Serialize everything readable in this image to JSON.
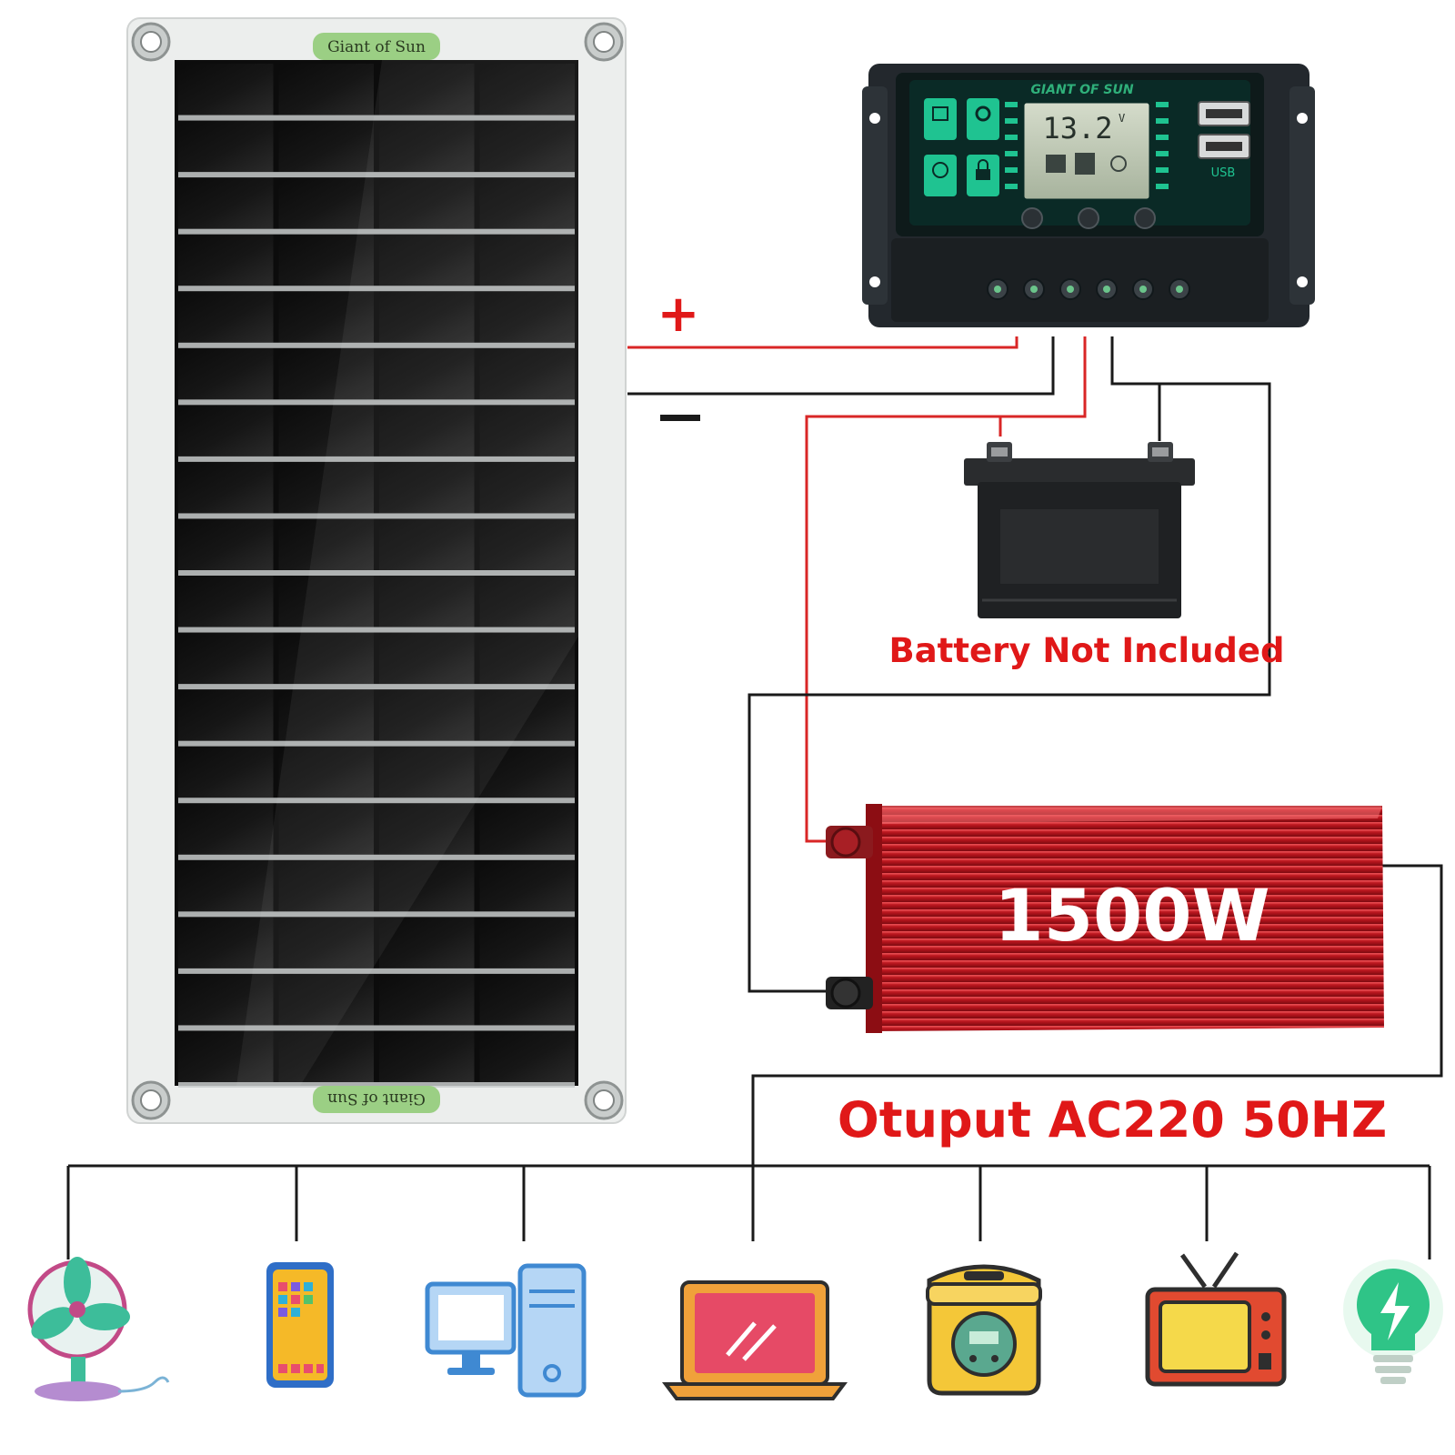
{
  "panel": {
    "brand_top": "Giant of Sun",
    "brand_bottom": "Giant of Sun",
    "columns": 4,
    "rows": 18
  },
  "controller": {
    "brand": "GIANT OF SUN",
    "lcd_reading": "13.2",
    "lcd_unit": "V",
    "usb_label": "USB"
  },
  "wiring": {
    "plus_sign": "+",
    "minus_sign": "−",
    "positive_color": "#d92626",
    "negative_color": "#1a1a1a"
  },
  "battery": {
    "note": "Battery Not Included"
  },
  "inverter": {
    "power_label": "1500W",
    "body_color": "#b5141c"
  },
  "output": {
    "label": "Otuput AC220 50HZ"
  },
  "appliances": [
    {
      "name": "fan"
    },
    {
      "name": "phone"
    },
    {
      "name": "desktop-computer"
    },
    {
      "name": "laptop"
    },
    {
      "name": "rice-cooker"
    },
    {
      "name": "television"
    },
    {
      "name": "light-bulb"
    }
  ]
}
